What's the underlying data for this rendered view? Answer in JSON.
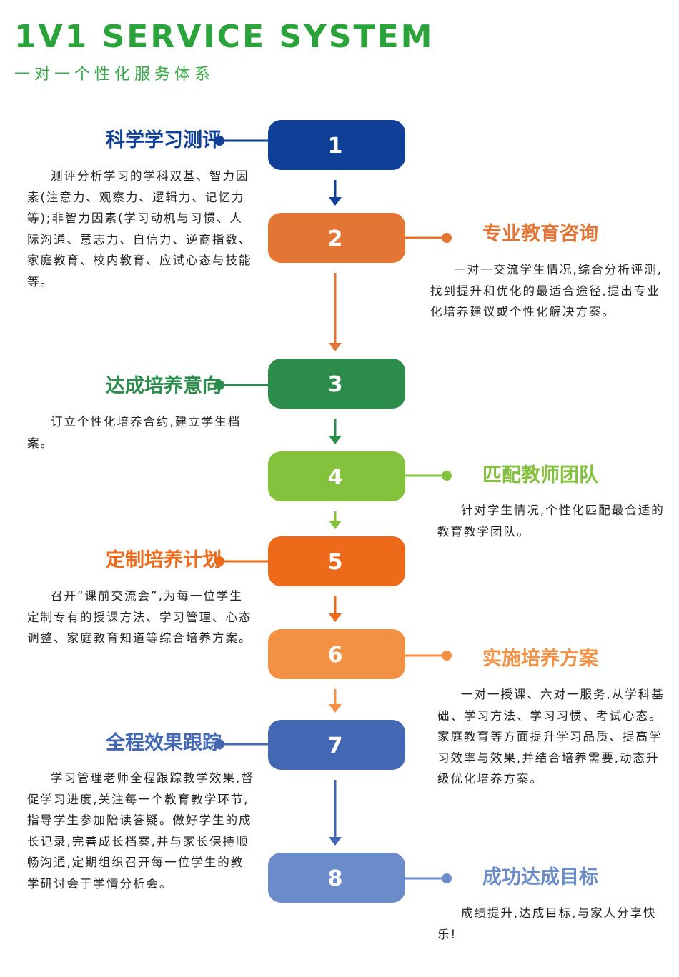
{
  "header": {
    "title": "1V1 SERVICE SYSTEM",
    "subtitle": "一对一个性化服务体系"
  },
  "steps": [
    {
      "number": "1",
      "title": "科学学习测评",
      "side": "left",
      "color": "#0f3f96",
      "description": "测评分析学习的学科双基、智力因素(注意力、观察力、逻辑力、记忆力等);非智力因素(学习动机与习惯、人际沟通、意志力、自信力、逆商指数、家庭教育、校内教育、应试心态与技能等。"
    },
    {
      "number": "2",
      "title": "专业教育咨询",
      "side": "right",
      "color": "#e37634",
      "description": "一对一交流学生情况,综合分析评测,找到提升和优化的最适合途径,提出专业化培养建议或个性化解决方案。"
    },
    {
      "number": "3",
      "title": "达成培养意向",
      "side": "left",
      "color": "#2b8c4c",
      "description": "订立个性化培养合约,建立学生档案。"
    },
    {
      "number": "4",
      "title": "匹配教师团队",
      "side": "right",
      "color": "#84c13c",
      "description": "针对学生情况,个性化匹配最合适的教育教学团队。"
    },
    {
      "number": "5",
      "title": "定制培养计划",
      "side": "left",
      "color": "#ee6a1b",
      "description": "召开“课前交流会”,为每一位学生定制专有的授课方法、学习管理、心态调整、家庭教育知道等综合培养方案。"
    },
    {
      "number": "6",
      "title": "实施培养方案",
      "side": "right",
      "color": "#f29144",
      "description": "一对一授课、六对一服务,从学科基础、学习方法、学习习惯、考试心态。家庭教育等方面提升学习品质、提高学习效率与效果,并结合培养需要,动态升级优化培养方案。"
    },
    {
      "number": "7",
      "title": "全程效果跟踪",
      "side": "left",
      "color": "#4467b4",
      "description": "学习管理老师全程跟踪教学效果,督促学习进度,关注每一个教育教学环节,指导学生参加陪读答疑。做好学生的成长记录,完善成长档案,并与家长保持顺畅沟通,定期组织召开每一位学生的教学研讨会于学情分析会。"
    },
    {
      "number": "8",
      "title": "成功达成目标",
      "side": "right",
      "color": "#6b8bc9",
      "description": "成绩提升,达成目标,与家人分享快乐!"
    }
  ]
}
